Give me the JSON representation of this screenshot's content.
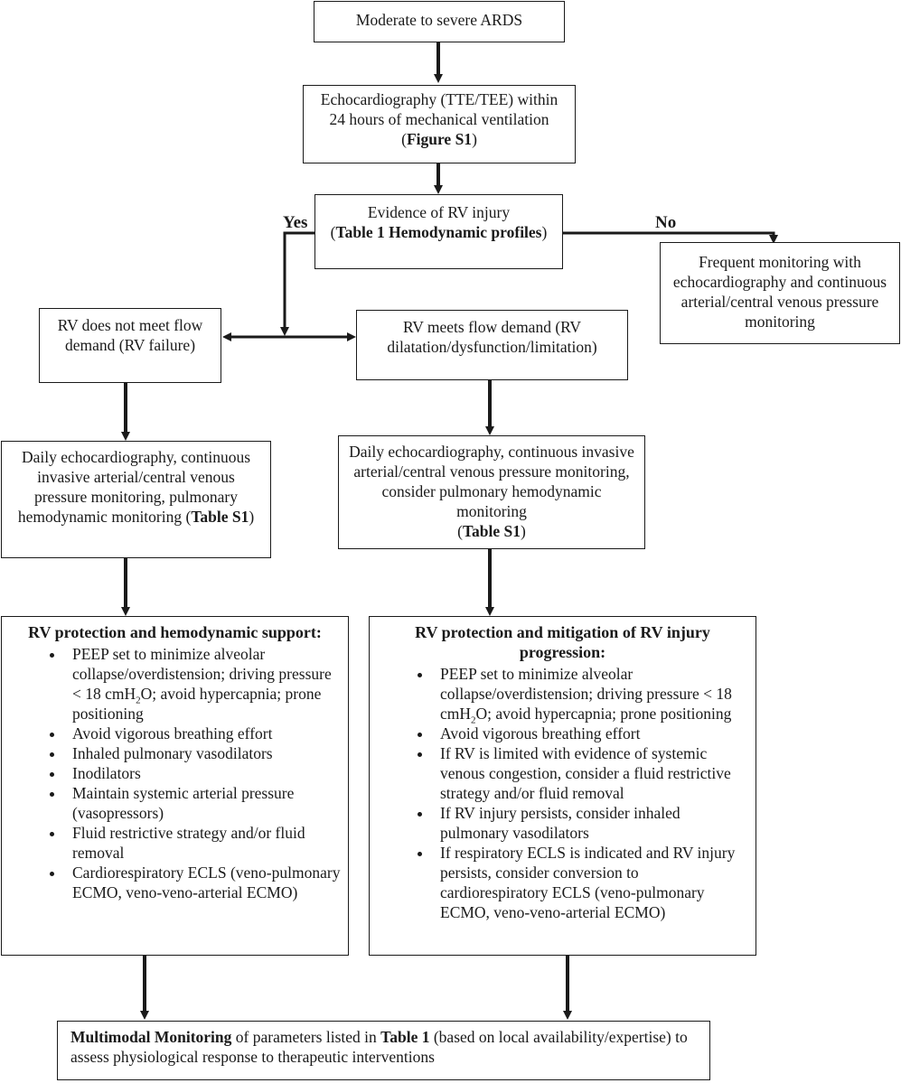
{
  "start": "Moderate to severe ARDS",
  "echo": {
    "text": "Echocardiography (TTE/TEE) within 24 hours of mechanical ventilation ",
    "bold": "Figure S1",
    "open": "(",
    "close": ")"
  },
  "evidence": {
    "line1": "Evidence of RV injury",
    "bold": "Table 1  Hemodynamic profiles",
    "open": "(",
    "close": ")"
  },
  "yes": "Yes",
  "no": "No",
  "no_branch": "Frequent monitoring with echocardiography and continuous arterial/central venous pressure monitoring",
  "rv_fail": "RV does not meet flow demand (RV failure)",
  "rv_meets": "RV meets flow demand (RV dilatation/dysfunction/limitation)",
  "left_monitor": {
    "text": "Daily echocardiography, continuous invasive arterial/central venous pressure monitoring, pulmonary hemodynamic monitoring ",
    "bold": "Table S1",
    "open": "(",
    "close": ")"
  },
  "right_monitor": {
    "text": "Daily echocardiography, continuous invasive arterial/central venous pressure monitoring, consider pulmonary hemodynamic monitoring",
    "bold": "Table S1",
    "open": "(",
    "close": ")"
  },
  "left_support": {
    "title": "RV protection and hemodynamic support:",
    "items": [
      "PEEP set to minimize alveolar collapse/overdistension; driving pressure < 18 cmH₂O; avoid hypercapnia; prone positioning",
      "Avoid vigorous breathing effort",
      "Inhaled pulmonary vasodilators",
      "Inodilators",
      "Maintain systemic arterial pressure (vasopressors)",
      "Fluid restrictive strategy and/or fluid removal",
      "Cardiorespiratory ECLS (veno-pulmonary ECMO, veno-veno-arterial ECMO)"
    ]
  },
  "right_support": {
    "title": "RV protection and mitigation of RV injury progression:",
    "items": [
      "PEEP set to minimize alveolar collapse/overdistension; driving pressure < 18 cmH₂O; avoid hypercapnia; prone positioning",
      "Avoid vigorous breathing effort",
      "If RV is limited with evidence of systemic venous congestion, consider a fluid restrictive strategy and/or fluid removal",
      "If RV injury persists, consider inhaled pulmonary vasodilators",
      "If respiratory ECLS is indicated and RV injury persists, consider conversion to cardiorespiratory ECLS (veno-pulmonary ECMO, veno-veno-arterial ECMO)"
    ]
  },
  "final": {
    "bold1": "Multimodal Monitoring",
    "text1": " of parameters listed in ",
    "bold2": "Table 1",
    "text2": "  (based on local availability/expertise) to assess physiological response to therapeutic interventions"
  }
}
